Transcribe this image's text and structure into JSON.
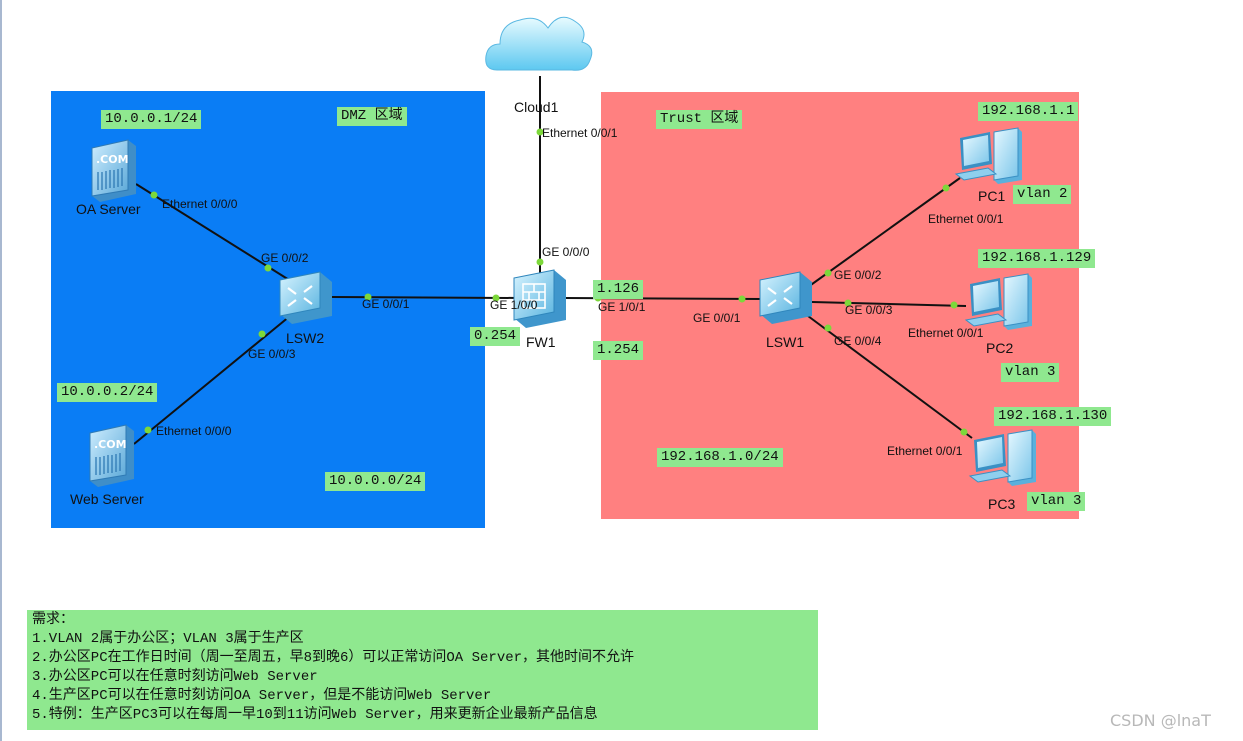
{
  "zones": {
    "dmz": {
      "label": "DMZ 区域",
      "color": "#0a7df5",
      "subnet": "10.0.0.0/24"
    },
    "trust": {
      "label": "Trust 区域",
      "color": "#ff8080",
      "subnet": "192.168.1.0/24"
    }
  },
  "devices": {
    "cloud1": {
      "name": "Cloud1",
      "icon": "cloud-icon"
    },
    "oa_server": {
      "name": "OA Server",
      "ip": "10.0.0.1/24",
      "icon": "server-icon"
    },
    "web_server": {
      "name": "Web Server",
      "ip": "10.0.0.2/24",
      "icon": "server-icon"
    },
    "lsw2": {
      "name": "LSW2",
      "icon": "switch-icon"
    },
    "fw1": {
      "name": "FW1",
      "icon": "firewall-icon",
      "ip_left": "0.254",
      "ip_right_top": "1.126",
      "ip_right_bottom": "1.254"
    },
    "lsw1": {
      "name": "LSW1",
      "icon": "switch-icon"
    },
    "pc1": {
      "name": "PC1",
      "ip": "192.168.1.1",
      "vlan": "vlan 2",
      "icon": "pc-icon"
    },
    "pc2": {
      "name": "PC2",
      "ip": "192.168.1.129",
      "vlan": "vlan 3",
      "icon": "pc-icon"
    },
    "pc3": {
      "name": "PC3",
      "ip": "192.168.1.130",
      "vlan": "vlan 3",
      "icon": "pc-icon"
    }
  },
  "ports": {
    "cloud_eth": "Ethernet 0/0/1",
    "fw_ge000": "GE 0/0/0",
    "fw_ge100": "GE 1/0/0",
    "fw_ge101": "GE 1/0/1",
    "lsw2_ge001": "GE 0/0/1",
    "lsw2_ge002": "GE 0/0/2",
    "lsw2_ge003": "GE 0/0/3",
    "oa_eth": "Ethernet 0/0/0",
    "web_eth": "Ethernet 0/0/0",
    "lsw1_ge001": "GE 0/0/1",
    "lsw1_ge002": "GE 0/0/2",
    "lsw1_ge003": "GE 0/0/3",
    "lsw1_ge004": "GE 0/0/4",
    "pc1_eth": "Ethernet 0/0/1",
    "pc2_eth": "Ethernet 0/0/1",
    "pc3_eth": "Ethernet 0/0/1"
  },
  "requirements": {
    "title": "需求：",
    "items": [
      "1.VLAN 2属于办公区；VLAN 3属于生产区",
      "2.办公区PC在工作日时间（周一至周五，早8到晚6）可以正常访问OA Server，其他时间不允许",
      "3.办公区PC可以在任意时刻访问Web Server",
      "4.生产区PC可以在任意时刻访问OA Server，但是不能访问Web Server",
      "5.特例：生产区PC3可以在每周一早10到11访问Web Server，用来更新企业最新产品信息"
    ]
  },
  "watermark": "CSDN @lnaT",
  "colors": {
    "label_bg": "#8fe88f",
    "link": "#111111",
    "port_dot": "#7dd83a"
  }
}
